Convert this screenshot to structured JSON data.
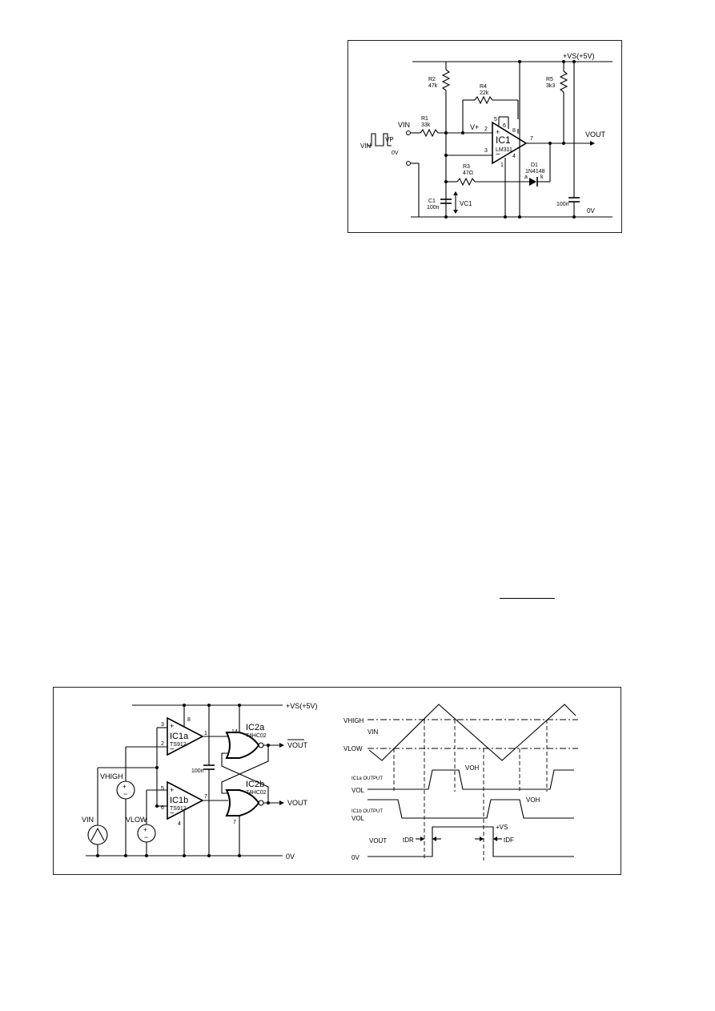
{
  "fig1": {
    "supply": "+VS(+5V)",
    "ground": "0V",
    "r1": {
      "ref": "R1",
      "val": "33k"
    },
    "r2": {
      "ref": "R2",
      "val": "47k"
    },
    "r3": {
      "ref": "R3",
      "val": "47Ω"
    },
    "r4": {
      "ref": "R4",
      "val": "22k"
    },
    "r5": {
      "ref": "R5",
      "val": "3k3"
    },
    "c1": {
      "ref": "C1",
      "val": "100n"
    },
    "c2": {
      "val": "100n"
    },
    "d1": {
      "ref": "D1",
      "val": "1N4148",
      "anode": "a",
      "cathode": "k"
    },
    "ic1": {
      "ref": "IC1",
      "part": "LM311"
    },
    "pins": [
      "2",
      "3",
      "5",
      "6",
      "8",
      "7",
      "1",
      "4"
    ],
    "vin": "VIN",
    "vplus": "V+",
    "vout": "VOUT",
    "vc1": "VC1",
    "pulse": {
      "vin": "VIN",
      "vp": "VP",
      "zero": "0V"
    }
  },
  "fig2": {
    "supply": "+VS(+5V)",
    "ground": "0V",
    "ic1a": {
      "ref": "IC1a",
      "part": "TS912",
      "pins": [
        "3",
        "2",
        "8",
        "1"
      ]
    },
    "ic1b": {
      "ref": "IC1b",
      "part": "TS912",
      "pins": [
        "5",
        "6",
        "4",
        "7"
      ]
    },
    "ic2a": {
      "ref": "IC2a",
      "part": "74HC02",
      "pin": "14"
    },
    "ic2b": {
      "ref": "IC2b",
      "part": "74HC02",
      "pin": "7"
    },
    "cap": "100n",
    "vhigh": "VHIGH",
    "vlow": "VLOW",
    "vin": "VIN",
    "vout_bar": "VOUT",
    "vout": "VOUT",
    "timing": {
      "vhigh": "VHIGH",
      "vin": "VIN",
      "vlow": "VLOW",
      "ic1a_out": "IC1a OUTPUT",
      "ic1b_out": "IC1b OUTPUT",
      "voh": "VOH",
      "vol": "VOL",
      "vout": "VOUT",
      "zero": "0V",
      "vs": "+VS",
      "tdr": "tDR",
      "tdf": "tDF"
    }
  }
}
